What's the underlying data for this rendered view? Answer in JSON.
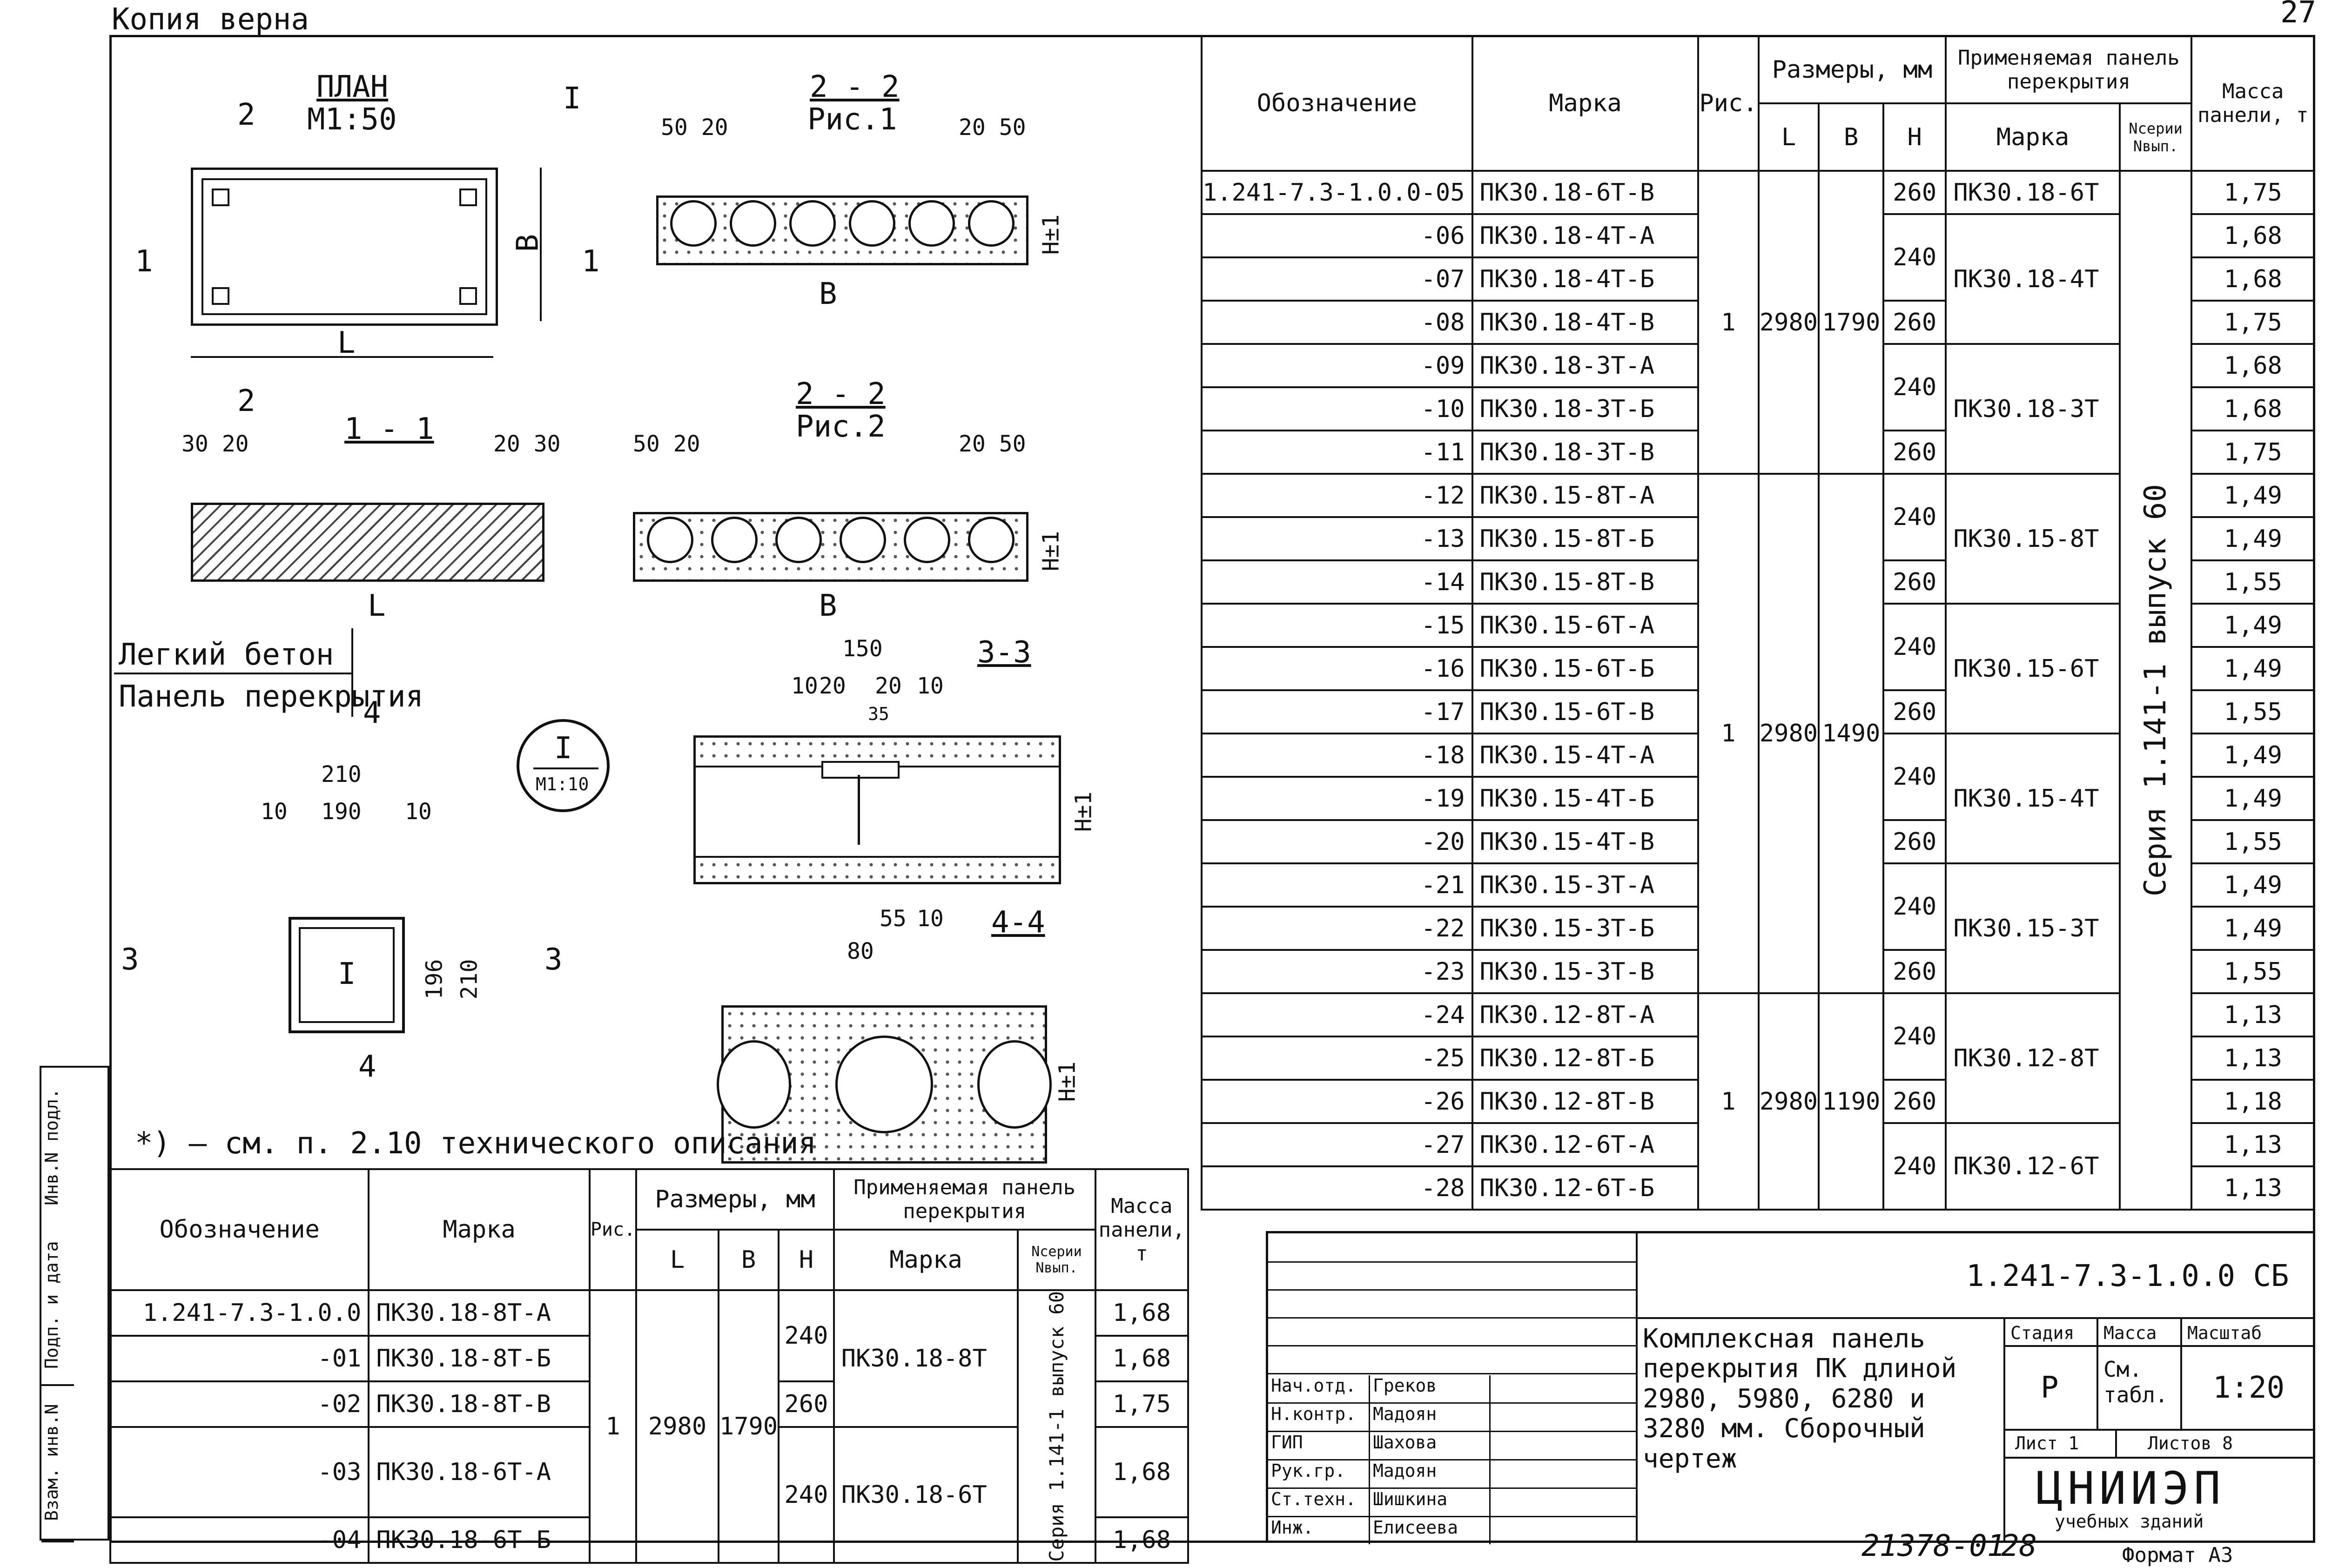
{
  "header": {
    "copy_note": "Копия   верна",
    "page_number": "27"
  },
  "drawings": {
    "plan_title": "ПЛАН",
    "plan_scale": "M1:50",
    "callout_I": "I",
    "section_2": "2",
    "section_1": "1",
    "dim_L": "L",
    "dim_B": "B",
    "dim_H": "H±1",
    "sec22_title": "2 - 2",
    "sec22_ref1": "Рис.1",
    "sec22_ref2": "Рис.2",
    "sec11_title": "1 - 1",
    "sec33_title": "3-3",
    "sec44_title": "4-4",
    "dims": {
      "d5020": "50 20",
      "d2050": "20 50",
      "d3020": "30 20",
      "d2030": "20 30",
      "d150": "150",
      "d10": "10",
      "d20": "20",
      "d35": "35",
      "d210": "210",
      "d190": "190",
      "d80": "80",
      "d55": "55",
      "d3": "3",
      "d4": "4",
      "d196": "196"
    },
    "legend_light_concrete": "Легкий бетон",
    "legend_panel": "Панель перекрытия",
    "node_I": "I",
    "node_scale": "M1:10",
    "note": "*) – см. п. 2.10 технического описания"
  },
  "side_stamp": [
    "Инв.N подл.",
    "Подп. и дата",
    "Взам. инв.N"
  ],
  "tables": {
    "headers": {
      "designation": "Обозначение",
      "mark": "Марка",
      "fig": "Рис.",
      "sizes": "Размеры, мм",
      "L": "L",
      "B": "B",
      "H": "H",
      "applied_panel": "Применяемая панель перекрытия",
      "applied_mark": "Марка",
      "series": "Nсерии Nвып.",
      "mass": "Масса панели, т"
    },
    "series_note": "Серия 1.141-1 выпуск 60",
    "right_rows": [
      {
        "d": "1.241-7.3-1.0.0-05",
        "m": "ПК30.18-6Т-В",
        "h": "260",
        "w": "1,75"
      },
      {
        "d": "-06",
        "m": "ПК30.18-4Т-А",
        "h": "",
        "w": "1,68"
      },
      {
        "d": "-07",
        "m": "ПК30.18-4Т-Б",
        "h": "",
        "w": "1,68"
      },
      {
        "d": "-08",
        "m": "ПК30.18-4Т-В",
        "h": "260",
        "w": "1,75"
      },
      {
        "d": "-09",
        "m": "ПК30.18-3Т-А",
        "h": "",
        "w": "1,68"
      },
      {
        "d": "-10",
        "m": "ПК30.18-3Т-Б",
        "h": "",
        "w": "1,68"
      },
      {
        "d": "-11",
        "m": "ПК30.18-3Т-В",
        "h": "260",
        "w": "1,75"
      },
      {
        "d": "-12",
        "m": "ПК30.15-8Т-А",
        "h": "",
        "w": "1,49"
      },
      {
        "d": "-13",
        "m": "ПК30.15-8Т-Б",
        "h": "",
        "w": "1,49"
      },
      {
        "d": "-14",
        "m": "ПК30.15-8Т-В",
        "h": "260",
        "w": "1,55"
      },
      {
        "d": "-15",
        "m": "ПК30.15-6Т-А",
        "h": "",
        "w": "1,49"
      },
      {
        "d": "-16",
        "m": "ПК30.15-6Т-Б",
        "h": "",
        "w": "1,49"
      },
      {
        "d": "-17",
        "m": "ПК30.15-6Т-В",
        "h": "260",
        "w": "1,55"
      },
      {
        "d": "-18",
        "m": "ПК30.15-4Т-А",
        "h": "",
        "w": "1,49"
      },
      {
        "d": "-19",
        "m": "ПК30.15-4Т-Б",
        "h": "",
        "w": "1,49"
      },
      {
        "d": "-20",
        "m": "ПК30.15-4Т-В",
        "h": "260",
        "w": "1,55"
      },
      {
        "d": "-21",
        "m": "ПК30.15-3Т-А",
        "h": "",
        "w": "1,49"
      },
      {
        "d": "-22",
        "m": "ПК30.15-3Т-Б",
        "h": "",
        "w": "1,49"
      },
      {
        "d": "-23",
        "m": "ПК30.15-3Т-В",
        "h": "260",
        "w": "1,55"
      },
      {
        "d": "-24",
        "m": "ПК30.12-8Т-А",
        "h": "",
        "w": "1,13"
      },
      {
        "d": "-25",
        "m": "ПК30.12-8Т-Б",
        "h": "",
        "w": "1,13"
      },
      {
        "d": "-26",
        "m": "ПК30.12-8Т-В",
        "h": "260",
        "w": "1,18"
      },
      {
        "d": "-27",
        "m": "ПК30.12-6Т-А",
        "h": "",
        "w": "1,13"
      },
      {
        "d": "-28",
        "m": "ПК30.12-6Т-Б",
        "h": "",
        "w": "1,13"
      }
    ],
    "groups": {
      "g1": {
        "fig": "1",
        "L": "2980",
        "B": "1790"
      },
      "g2": {
        "fig": "1",
        "L": "2980",
        "B": "1490"
      },
      "g3": {
        "fig": "1",
        "L": "2980",
        "B": "1190"
      }
    },
    "h240": "240",
    "applied": [
      "ПК30.18-6Т",
      "ПК30.18-4Т",
      "ПК30.18-3Т",
      "ПК30.15-8Т",
      "ПК30.15-6Т",
      "ПК30.15-4Т",
      "ПК30.15-3Т",
      "ПК30.12-8Т",
      "ПК30.12-6Т"
    ],
    "left_rows": [
      {
        "d": "1.241-7.3-1.0.0",
        "m": "ПК30.18-8Т-А",
        "w": "1,68"
      },
      {
        "d": "-01",
        "m": "ПК30.18-8Т-Б",
        "w": "1,68"
      },
      {
        "d": "-02",
        "m": "ПК30.18-8Т-В",
        "w": "1,75"
      },
      {
        "d": "-03",
        "m": "ПК30.18-6Т-А",
        "w": "1,68"
      },
      {
        "d": "-04",
        "m": "ПК30.18-6Т-Б",
        "w": "1,68"
      }
    ],
    "left_group": {
      "fig": "1",
      "L": "2980",
      "B": "1790",
      "h1": "240",
      "h2": "260",
      "h3": "240",
      "ap1": "ПК30.18-8Т",
      "ap2": "ПК30.18-6Т",
      "series": "Серия 1.141-1 выпуск 60"
    }
  },
  "title_block": {
    "code": "1.241-7.3-1.0.0 СБ",
    "description": "Комплексная панель перекрытия ПК длиной 2980, 5980, 6280 и 3280 мм. Сборочный чертеж",
    "stage_h": "Стадия",
    "mass_h": "Масса",
    "scale_h": "Масштаб",
    "stage": "Р",
    "mass": "См. табл.",
    "scale": "1:20",
    "sheet": "Лист 1",
    "sheets": "Листов 8",
    "org": "ЦНИИЭП",
    "org_sub": "учебных зданий",
    "people": [
      {
        "role": "Нач.отд.",
        "name": "Греков"
      },
      {
        "role": "Н.контр.",
        "name": "Мадоян"
      },
      {
        "role": "ГИП",
        "name": "Шахова"
      },
      {
        "role": "Рук.гр.",
        "name": "Мадоян"
      },
      {
        "role": "Ст.техн.",
        "name": "Шишкина"
      },
      {
        "role": "Инж.",
        "name": "Елисеева"
      }
    ],
    "footer_num": "21378-01",
    "footer_page": "28",
    "format": "Формат А3"
  }
}
